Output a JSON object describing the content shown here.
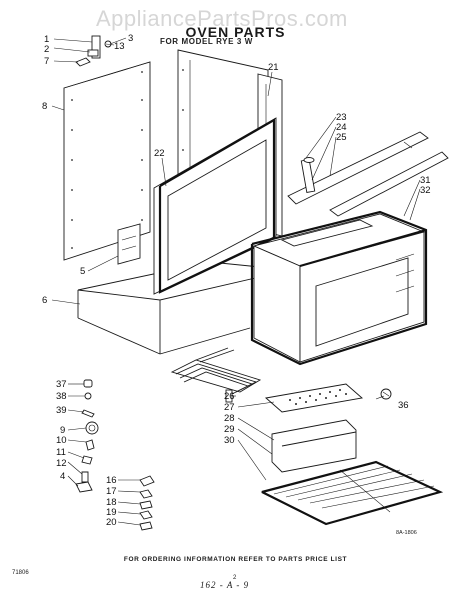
{
  "header": {
    "watermark": "AppliancePartsPros.com",
    "title": "OVEN PARTS",
    "subtitle": "FOR MODEL RYE 3 W"
  },
  "callouts": [
    "1",
    "2",
    "13",
    "3",
    "7",
    "8",
    "21",
    "22",
    "23",
    "24",
    "25",
    "31",
    "32",
    "5",
    "6",
    "37",
    "38",
    "39",
    "9",
    "10",
    "11",
    "12",
    "4",
    "26",
    "27",
    "28",
    "29",
    "30",
    "36",
    "16",
    "17",
    "18",
    "19",
    "20"
  ],
  "footer": {
    "ordering_note": "FOR ORDERING INFORMATION REFER TO PARTS PRICE LIST",
    "left_code": "71806",
    "page_number": "2",
    "handwritten": "162 - A - 9",
    "ref_code": "8A-1806"
  },
  "icons": [
    "screw-icon",
    "clip-icon",
    "bracket-icon",
    "knob-icon"
  ]
}
